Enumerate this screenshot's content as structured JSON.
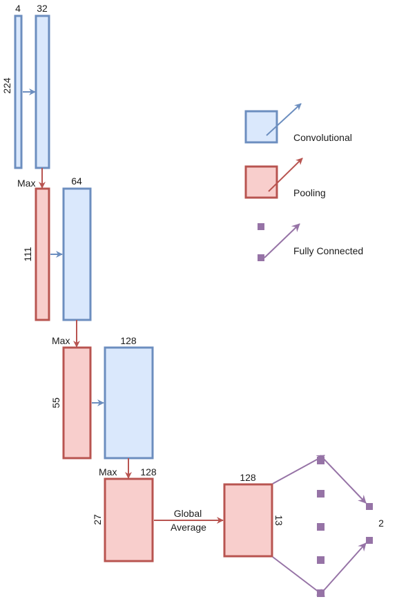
{
  "layers": {
    "input": {
      "top": "4",
      "side": "224"
    },
    "conv1": {
      "top": "32"
    },
    "pool1": {
      "op": "Max",
      "side": "111"
    },
    "conv2": {
      "top": "64"
    },
    "pool2": {
      "op": "Max",
      "side": "55"
    },
    "conv3": {
      "top": "128"
    },
    "pool3": {
      "op": "Max",
      "top": "128",
      "side": "27"
    },
    "gap": {
      "label_line1": "Global",
      "label_line2": "Average",
      "top": "128",
      "side": "13"
    },
    "output": {
      "size": "2"
    }
  },
  "legend": {
    "convolutional": "Convolutional",
    "pooling": "Pooling",
    "fully_connected": "Fully Connected"
  },
  "colors": {
    "conv_fill": "#dae8fc",
    "conv_stroke": "#6c8ebf",
    "pool_fill": "#f8cecc",
    "pool_stroke": "#b85450",
    "fc": "#9673a6"
  }
}
